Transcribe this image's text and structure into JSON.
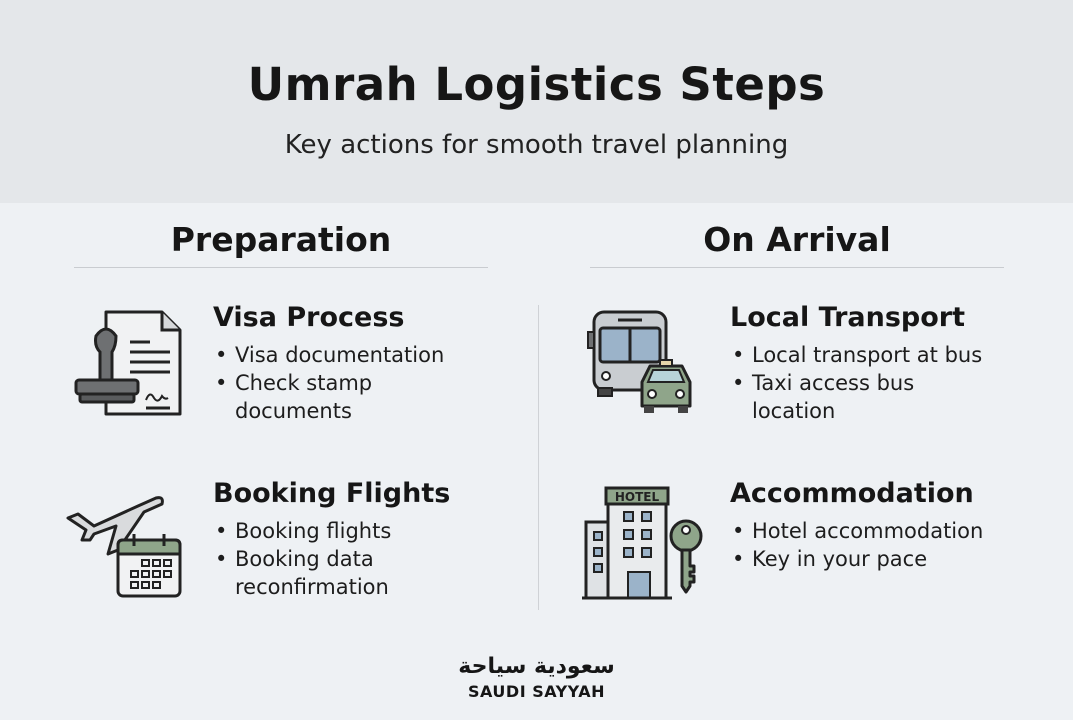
{
  "header": {
    "title": "Umrah Logistics Steps",
    "subtitle": "Key actions for smooth travel planning"
  },
  "sections": [
    {
      "heading": "Preparation",
      "items": [
        {
          "icon": "visa-stamp-document-icon",
          "title": "Visa Process",
          "bullets": [
            "Visa documentation",
            "Check stamp",
            "documents"
          ]
        },
        {
          "icon": "plane-calendar-icon",
          "title": "Booking Flights",
          "bullets": [
            "Booking flights",
            "Booking data",
            "reconfirmation"
          ]
        }
      ]
    },
    {
      "heading": "On Arrival",
      "items": [
        {
          "icon": "bus-taxi-icon",
          "title": "Local Transport",
          "bullets": [
            "Local transport at bus",
            "Taxi access bus",
            "location"
          ]
        },
        {
          "icon": "hotel-key-icon",
          "title": "Accommodation",
          "bullets": [
            "Hotel accommodation",
            "Key in your pace"
          ]
        }
      ]
    }
  ],
  "hotel_sign": "HOTEL",
  "footer": {
    "arabic": "سعودية سياحة",
    "english": "SAUDI SAYYAH"
  },
  "colors": {
    "header_bg": "#e4e7ea",
    "body_bg": "#eef1f4",
    "accent_green": "#8fa58a",
    "accent_blue": "#9bb3c9"
  }
}
